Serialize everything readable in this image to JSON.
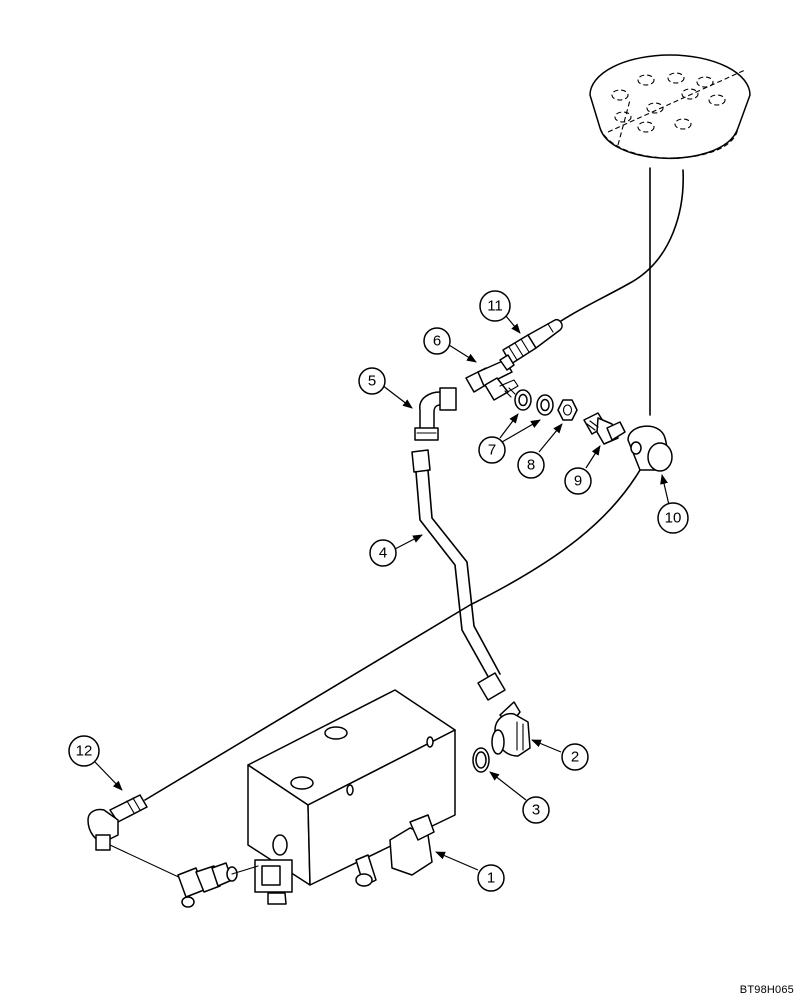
{
  "callouts": [
    {
      "id": "callout-1",
      "label": "1"
    },
    {
      "id": "callout-2",
      "label": "2"
    },
    {
      "id": "callout-3",
      "label": "3"
    },
    {
      "id": "callout-4",
      "label": "4"
    },
    {
      "id": "callout-5",
      "label": "5"
    },
    {
      "id": "callout-6",
      "label": "6"
    },
    {
      "id": "callout-7",
      "label": "7"
    },
    {
      "id": "callout-8",
      "label": "8"
    },
    {
      "id": "callout-9",
      "label": "9"
    },
    {
      "id": "callout-10",
      "label": "10"
    },
    {
      "id": "callout-11",
      "label": "11"
    },
    {
      "id": "callout-12",
      "label": "12"
    }
  ],
  "drawing_code": "BT98H065"
}
